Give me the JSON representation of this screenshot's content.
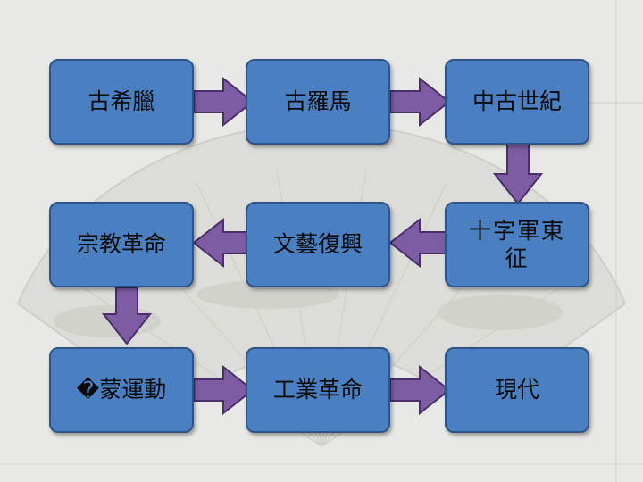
{
  "diagram": {
    "nodes": [
      {
        "id": "ancient-greece",
        "label": "古希臘"
      },
      {
        "id": "ancient-rome",
        "label": "古羅馬"
      },
      {
        "id": "middle-ages",
        "label": "中古世紀"
      },
      {
        "id": "reformation",
        "label": "宗教革命"
      },
      {
        "id": "renaissance",
        "label": "文藝復興"
      },
      {
        "id": "crusades",
        "label": "十字軍東征"
      },
      {
        "id": "enlightenment",
        "label": "�蒙運動"
      },
      {
        "id": "industrial-revolution",
        "label": "工業革命"
      },
      {
        "id": "modern-times",
        "label": "現代"
      }
    ],
    "edges": [
      {
        "from": "ancient-greece",
        "to": "ancient-rome"
      },
      {
        "from": "ancient-rome",
        "to": "middle-ages"
      },
      {
        "from": "middle-ages",
        "to": "crusades"
      },
      {
        "from": "crusades",
        "to": "renaissance"
      },
      {
        "from": "renaissance",
        "to": "reformation"
      },
      {
        "from": "reformation",
        "to": "enlightenment"
      },
      {
        "from": "enlightenment",
        "to": "industrial-revolution"
      },
      {
        "from": "industrial-revolution",
        "to": "modern-times"
      }
    ],
    "colors": {
      "box_fill": "#4a7fc2",
      "box_border": "#2f5588",
      "arrow_fill": "#7e5ca3",
      "background": "#e8e8e6"
    }
  }
}
